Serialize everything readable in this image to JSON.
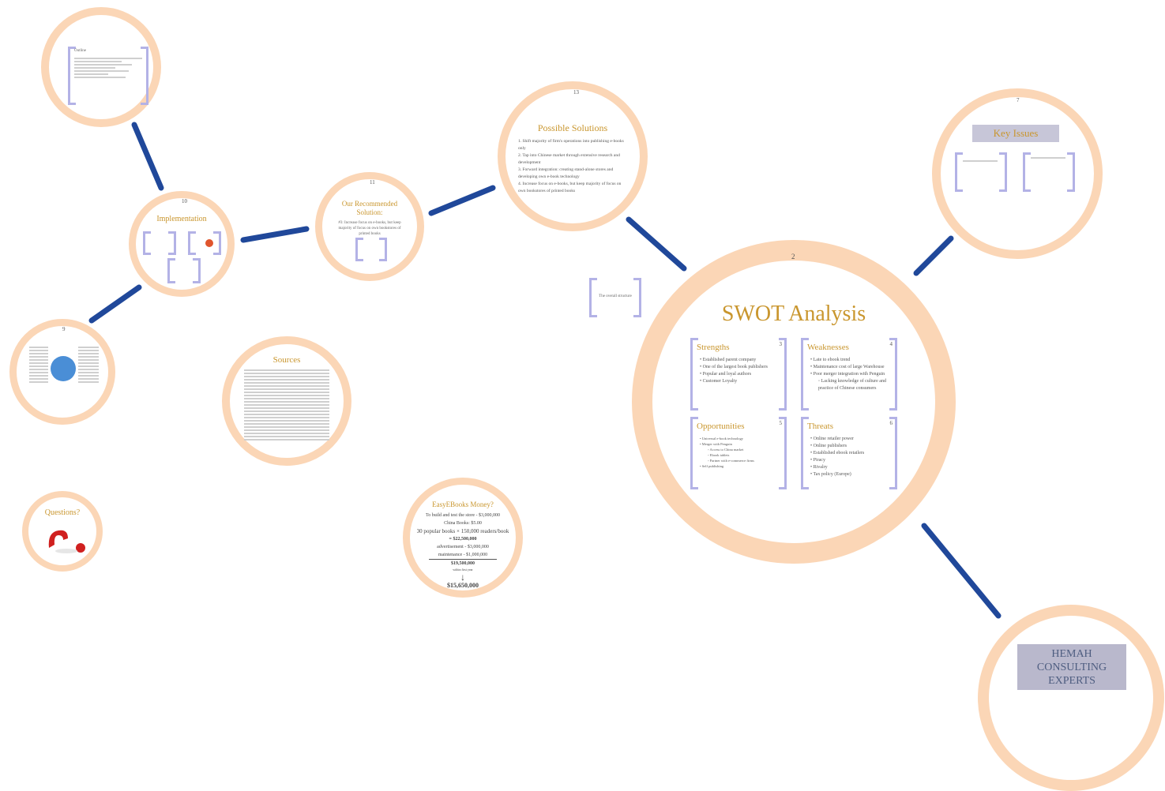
{
  "colors": {
    "ring": "#fbd6b6",
    "path": "#20489a",
    "gold": "#c9962e",
    "bracket": "#b3b2e6"
  },
  "frames": {
    "outline": {
      "title": "Outline"
    },
    "implementation": {
      "number": "10",
      "title": "Implementation"
    },
    "recommended": {
      "number": "11",
      "title": "Our Recommended Solution:",
      "text": "#3: Increase focus on e-books, but keep majority of focus on own bookstores of printed books"
    },
    "solutions": {
      "number": "13",
      "title": "Possible Solutions",
      "items": [
        "1. Shift majority of firm's operations into publishing e-books only",
        "2. Tap into Chinese market through extensive research and development",
        "3. Forward integration: creating stand-alone stores and developing own e-book technology",
        "4. Increase focus on e-books, but keep majority of focus on own bookstores of printed books"
      ]
    },
    "key_issues": {
      "number": "7",
      "title": "Key Issues"
    },
    "swot": {
      "number": "2",
      "title": "SWOT Analysis",
      "strengths": {
        "title": "Strengths",
        "num": "3",
        "items": [
          "Established parent company",
          "One of the largest book publishers",
          "Popular and loyal authors",
          "Customer Loyalty"
        ]
      },
      "weaknesses": {
        "title": "Weaknesses",
        "num": "4",
        "items": [
          "Late to ebook trend",
          "Maintenance cost of large Warehouse",
          "Poor merger integration with Penguin"
        ],
        "subitems": [
          "Lacking knowledge of culture and practice of Chinese consumers"
        ]
      },
      "opportunities": {
        "title": "Opportunities",
        "num": "5",
        "items": [
          "Universal e-book technology",
          "Merger with Penguin",
          "Access to China market",
          "Ebook tablets",
          "Partner with e-commerce firms",
          "Self publishing"
        ]
      },
      "threats": {
        "title": "Threats",
        "num": "6",
        "items": [
          "Online retailer power",
          "Online publishers",
          "Established ebook retailers",
          "Piracy",
          "Rivalry",
          "Tax policy (Europe)"
        ]
      }
    },
    "unit_bracket": {
      "text": "The overall structure"
    },
    "left_frame": {
      "number": "9"
    },
    "sources": {
      "title": "Sources"
    },
    "questions": {
      "title": "Questions?"
    },
    "money": {
      "title": "EasyEBooks Money?",
      "lines": [
        "To build and test the store - $3,000,000",
        "China Books: $5.00",
        "30 popular books × 150,000 readers/book",
        "= $22,500,000",
        "advertisement - $3,000,000",
        "maintenance - $1,000,000",
        "$19,500,000",
        "within first year",
        "$15,650,000"
      ]
    },
    "hemah": {
      "line1": "HEMAH",
      "line2": "CONSULTING",
      "line3": "EXPERTS"
    }
  }
}
